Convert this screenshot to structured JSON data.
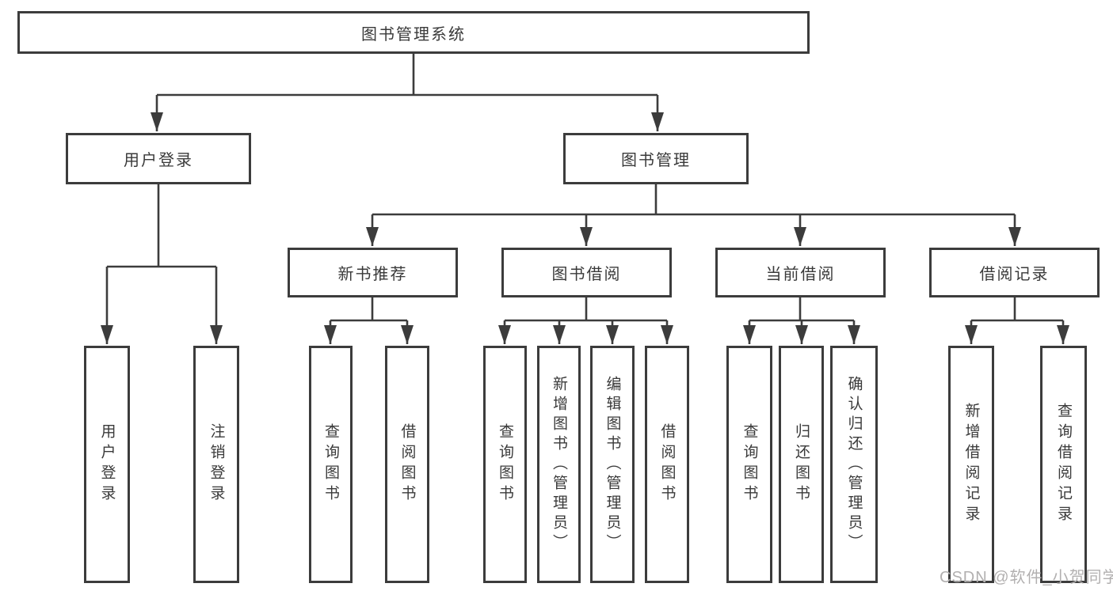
{
  "diagram": {
    "title": "图书管理系统",
    "branches": [
      {
        "label": "用户登录",
        "children": [
          "用户登录",
          "注销登录"
        ]
      },
      {
        "label": "图书管理",
        "groups": [
          {
            "label": "新书推荐",
            "children": [
              "查询图书",
              "借阅图书"
            ]
          },
          {
            "label": "图书借阅",
            "children": [
              "查询图书",
              "新增图书（管理员）",
              "编辑图书（管理员）",
              "借阅图书"
            ]
          },
          {
            "label": "当前借阅",
            "children": [
              "查询图书",
              "归还图书",
              "确认归还（管理员）"
            ]
          },
          {
            "label": "借阅记录",
            "children": [
              "新增借阅记录",
              "查询借阅记录"
            ]
          }
        ]
      }
    ]
  },
  "watermark": "CSDN @软件_小贺同学",
  "colors": {
    "line": "#3c3c3c",
    "text": "#3a3a3a",
    "box_background": "#ffffff",
    "watermark": "#b2b0b0"
  }
}
